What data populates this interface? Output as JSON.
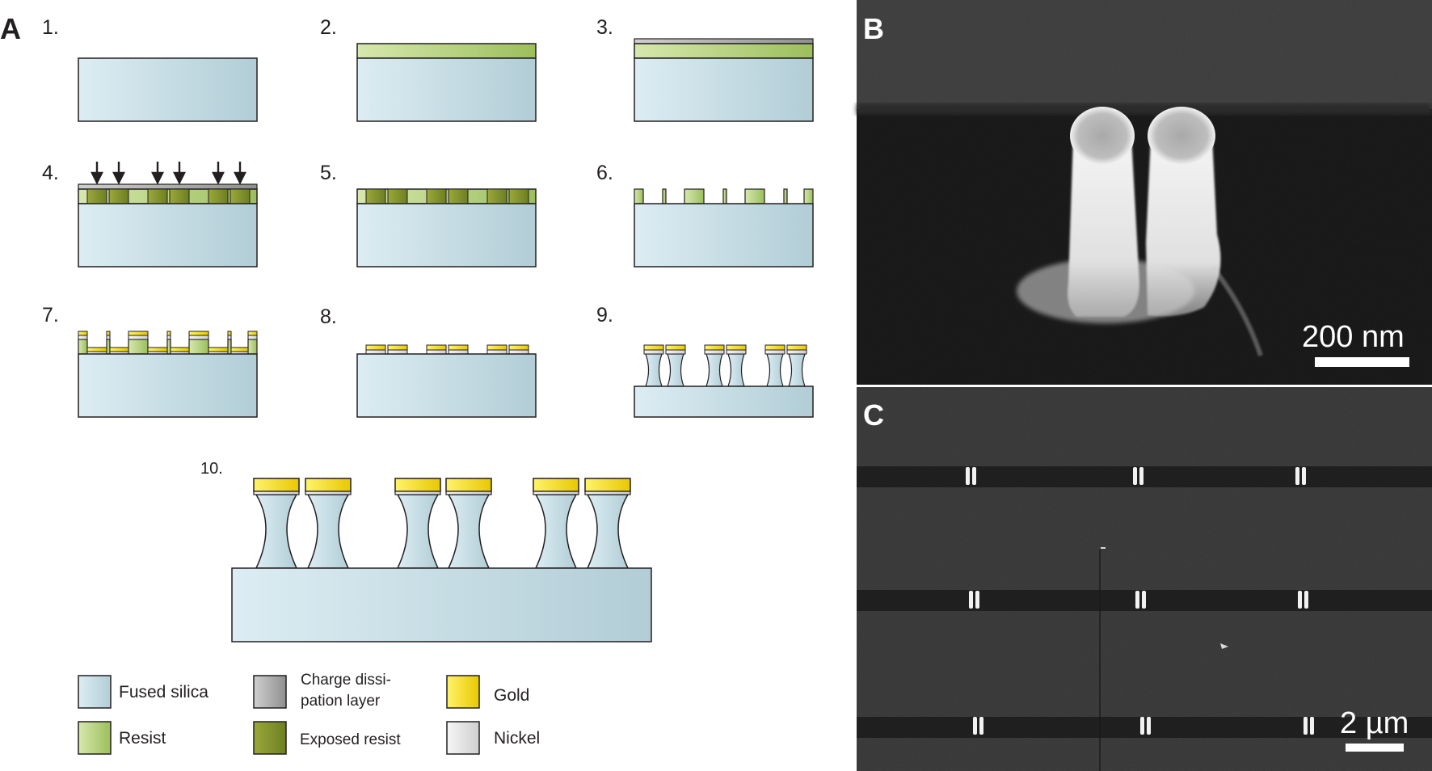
{
  "panels": {
    "a": "A",
    "b": "B",
    "c": "C"
  },
  "steps": [
    "1.",
    "2.",
    "3.",
    "4.",
    "5.",
    "6.",
    "7.",
    "8.",
    "9.",
    "10."
  ],
  "legend": {
    "fused_silica": "Fused silica",
    "charge_line1": "Charge dissi-",
    "charge_line2": "pation layer",
    "gold": "Gold",
    "resist": "Resist",
    "exposed_resist": "Exposed resist",
    "nickel": "Nickel"
  },
  "scale_bars": {
    "b": "200 nm",
    "c": "2 µm"
  },
  "colors": {
    "silica_light": "#dcedf3",
    "silica_dark": "#b2cdd6",
    "resist_light": "#cfe3a4",
    "resist_dark": "#9cbf5c",
    "exposed_resist": "#7f8f2a",
    "charge_layer": "#a7a7a7",
    "gold": "#f3e000",
    "nickel": "#e6e6e6",
    "sem_background": "#2f2f2f"
  }
}
